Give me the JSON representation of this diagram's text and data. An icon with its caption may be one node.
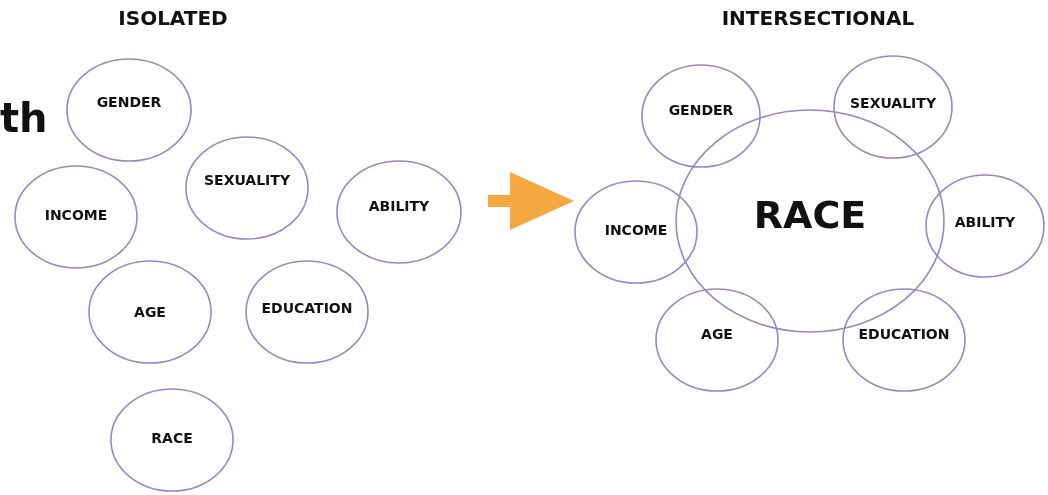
{
  "diagram": {
    "nodes": [
      {
        "text": [
          "ISOLATED"
        ]
      },
      {
        "text": [
          "GENDER"
        ],
        "in": 0
      },
      {
        "text": [
          "INCOME"
        ],
        "in": 0
      },
      {
        "text": [
          "SEXUALITY"
        ],
        "in": 0
      },
      {
        "text": [
          "ABILITY"
        ],
        "in": 0
      },
      {
        "text": [
          "AGE"
        ],
        "in": 0
      },
      {
        "text": [
          "EDUCATION"
        ],
        "in": 0
      },
      {
        "text": [
          "RACE"
        ],
        "in": 0
      },
      {
        "text": [
          "INTERSECTIONAL"
        ]
      },
      {
        "text": [
          "RACE"
        ],
        "in": 8
      },
      {
        "text": [
          "GENDER"
        ],
        "in": 8
      },
      {
        "text": [
          "SEXUALITY"
        ],
        "in": 8
      },
      {
        "text": [
          "INCOME"
        ],
        "in": 8
      },
      {
        "text": [
          "ABILITY"
        ],
        "in": 8
      },
      {
        "text": [
          "AGE"
        ],
        "in": 8
      },
      {
        "text": [
          "EDUCATION"
        ],
        "in": 8
      }
    ],
    "edges": [
      {
        "from": 0,
        "to": 8,
        "arrow": "to",
        "style": "thick",
        "color": "#f5a742"
      }
    ],
    "labels": [
      "th"
    ]
  }
}
